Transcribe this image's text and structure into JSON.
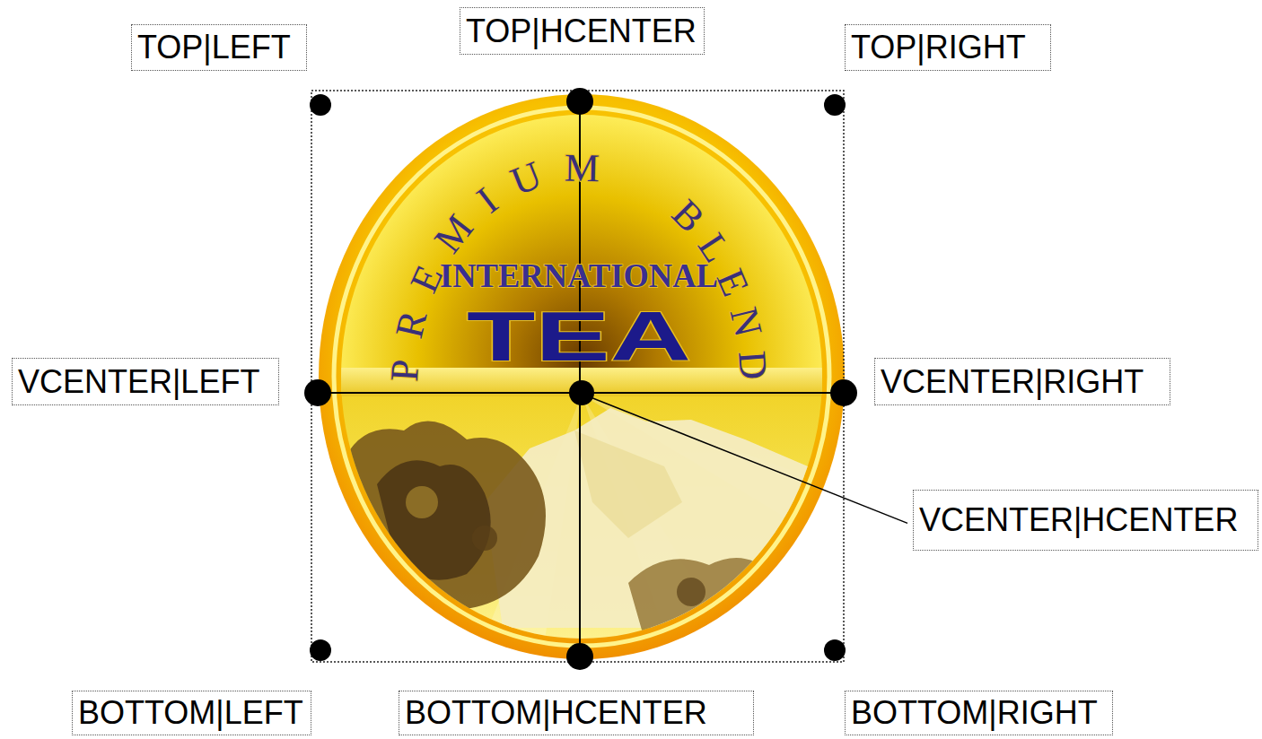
{
  "diagram": {
    "nodes": [
      {
        "text": [
          "TOP|LEFT"
        ]
      },
      {
        "text": [
          "TOP|HCENTER"
        ]
      },
      {
        "text": [
          "TOP|RIGHT"
        ]
      },
      {
        "text": [
          "VCENTER|LEFT"
        ]
      },
      {
        "text": [
          "VCENTER|RIGHT"
        ]
      },
      {
        "text": [
          "VCENTER|HCENTER"
        ]
      },
      {
        "text": [
          "BOTTOM|LEFT"
        ]
      },
      {
        "text": [
          "BOTTOM|HCENTER"
        ]
      },
      {
        "text": [
          "BOTTOM|RIGHT"
        ]
      }
    ],
    "labels": [
      "PREMIUM",
      "BLEND",
      "INTERNATIONAL",
      "TEA"
    ]
  }
}
